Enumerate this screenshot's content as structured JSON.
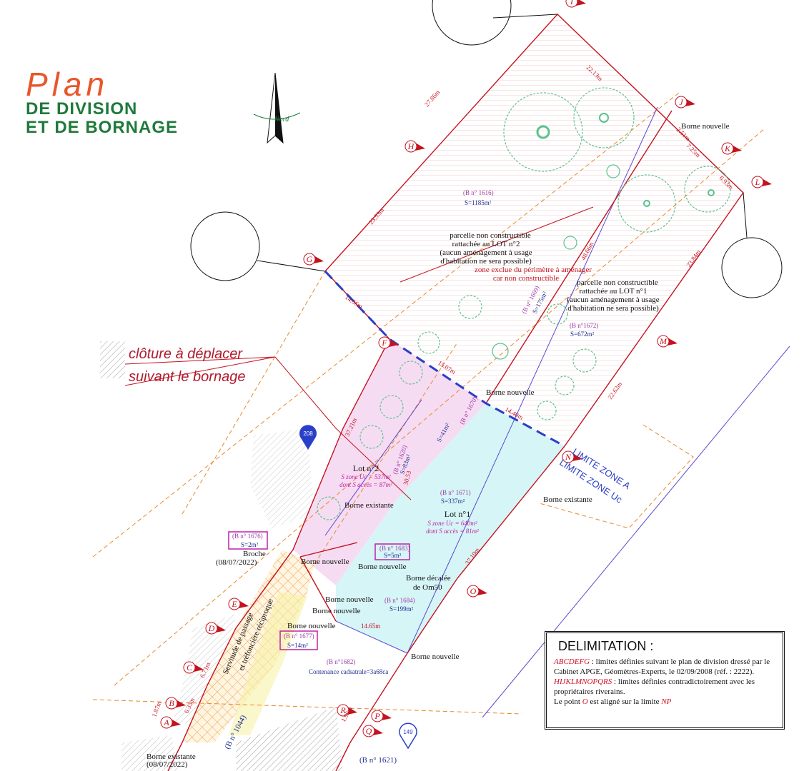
{
  "title": {
    "plan": "Plan",
    "line1": "DE DIVISION",
    "line2": "ET DE BORNAGE"
  },
  "north_label": "Nord",
  "cloture": {
    "line1": "clôture à déplacer",
    "line2": "suivant le bornage"
  },
  "limite_zone": {
    "line1": "LIMITE ZONE A",
    "line2": "LIMITE ZONE Uc"
  },
  "parcels": {
    "p1616": {
      "ref": "(B n° 1616)",
      "area": "S=1185m²"
    },
    "p1672": {
      "ref": "(B n°1672)",
      "area": "S=672m²"
    },
    "p1669": {
      "ref": "(B n° 1669)",
      "area": "S=175m²"
    },
    "p1670": {
      "ref": "(B n° 1670)",
      "area": "S=41m²"
    },
    "p1671": {
      "ref": "(B n° 1671)",
      "area": "S=337m²"
    },
    "p1620": {
      "ref": "(B n° 1620)",
      "area": "S=83m²"
    },
    "p1683": {
      "ref": "(B n° 1683)",
      "area": "S=5m²"
    },
    "p1684": {
      "ref": "(B n° 1684)",
      "area": "S=199m²"
    },
    "p1676": {
      "ref": "(B n° 1676)",
      "area": "S=2m²"
    },
    "p1677": {
      "ref": "(B n° 1677)",
      "area": "S=14m²"
    },
    "p1682": {
      "ref": "(B n°1682)",
      "area": "Contenance cadsatrale=3a68ca"
    },
    "p1621": {
      "ref": "(B n° 1621)"
    },
    "p1044": {
      "ref": "(B n° 1044)"
    }
  },
  "lots": {
    "lot2": {
      "title": "Lot n°2",
      "line1": "S zone Uc = 537m²",
      "line2": "dont S accès = 87m²"
    },
    "lot1": {
      "title": "Lot n°1",
      "line1": "S zone Uc = 640m²",
      "line2": "dont S accès = 81m²"
    }
  },
  "notes": {
    "lot2_line1": "parcelle non constructible",
    "lot2_line2": "rattachée au LOT n°2",
    "lot2_line3": "(aucun aménagement à usage",
    "lot2_line4": "d'habitation ne sera possible)",
    "lot1_line1": "parcelle non constructible",
    "lot1_line2": "rattachée au LOT n°1",
    "lot1_line3": "(aucun aménagement à usage",
    "lot1_line4": "d'habitation ne sera possible)",
    "zone_line1": "zone exclue du périmètre à aménager",
    "zone_line2": "car non constructible"
  },
  "bornes": {
    "nouvelle": "Borne nouvelle",
    "existante": "Borne existante",
    "decalee1": "Borne décalée",
    "decalee2": "de Om50",
    "broche": "Broche",
    "broche_date": "(08/07/2022)",
    "existante_date": "(08/07/2022)"
  },
  "servitude": {
    "line1": "Servitude de passage",
    "line2": "et tréfoncière réciproque"
  },
  "dims": {
    "d1": "27.86m",
    "d2": "22.13m",
    "d3": "23.53m",
    "d4": "14.36m",
    "d5": "2.51m",
    "d6": "7.25m",
    "d7": "6.93m",
    "d8": "23.84m",
    "d9": "48.66m",
    "d10": "22.62m",
    "d11": "37.21m",
    "d12": "15.07m",
    "d13": "14.40m",
    "d14": "37.10m",
    "d15": "14.65m",
    "d16": "6.71m",
    "d17": "6.33m",
    "d18": "1.87m",
    "d19": "1.90m",
    "d20": "30.53"
  },
  "markers": [
    "A",
    "B",
    "C",
    "D",
    "E",
    "F",
    "G",
    "H",
    "I",
    "J",
    "K",
    "L",
    "M",
    "N",
    "O",
    "P",
    "Q",
    "R"
  ],
  "spot_heights": [
    "208",
    "149"
  ],
  "delimitation": {
    "title": "DELIMITATION :",
    "code1": "ABCDEFG",
    "text1": " : limites définies suivant le plan de division dressé par le Cabinet APGE, Géomètres-Experts, le 02/09/2008 (réf. : 2222).",
    "code2": "HIJKLMNOPQRS",
    "text2": " : limites définies contradictoirement avec les propriétaires riverains.",
    "text3a": "Le point ",
    "code3": "O",
    "text3b": " est aligné sur la limite ",
    "code4": "NP"
  },
  "colors": {
    "boundary_red": "#c4131f",
    "blue_limit": "#2a3fc8",
    "lot2_fill": "#f6dcf2",
    "lot1_fill": "#d6f5f6",
    "title_orange": "#e8562a",
    "title_green": "#1f7a3a",
    "tree_green": "#59c38e",
    "hatch_orange": "#e58a2c"
  }
}
